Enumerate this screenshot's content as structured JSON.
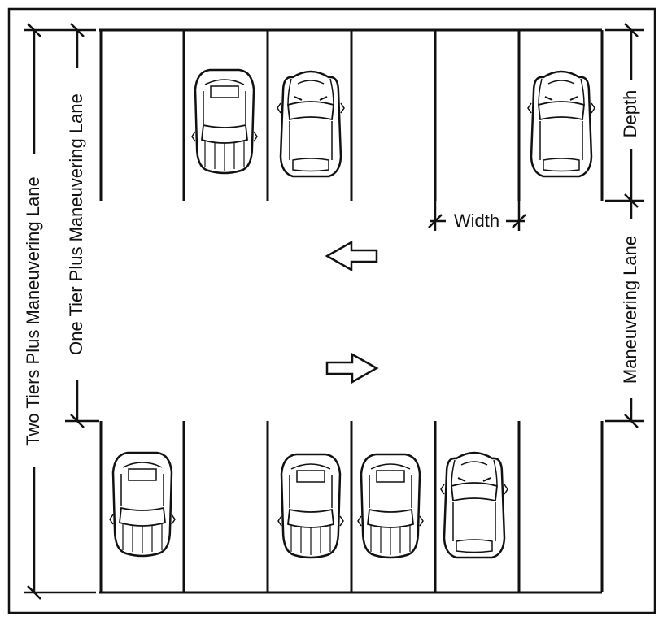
{
  "diagram": {
    "labels": {
      "two_tiers": "Two Tiers Plus Maneuvering Lane",
      "one_tier": "One Tier Plus Maneuvering Lane",
      "depth": "Depth",
      "width": "Width",
      "maneuvering_lane": "Maneuvering Lane"
    },
    "arrows": [
      "left",
      "right"
    ],
    "top_row": {
      "stalls": 6,
      "cars": [
        {
          "stall": 2,
          "facing": "down"
        },
        {
          "stall": 3,
          "facing": "up"
        },
        {
          "stall": 6,
          "facing": "up"
        }
      ]
    },
    "bottom_row": {
      "stalls": 6,
      "cars": [
        {
          "stall": 1,
          "facing": "down"
        },
        {
          "stall": 3,
          "facing": "down"
        },
        {
          "stall": 4,
          "facing": "down"
        },
        {
          "stall": 5,
          "facing": "up"
        }
      ]
    },
    "colors": {
      "line": "#111111",
      "background": "#ffffff"
    }
  }
}
